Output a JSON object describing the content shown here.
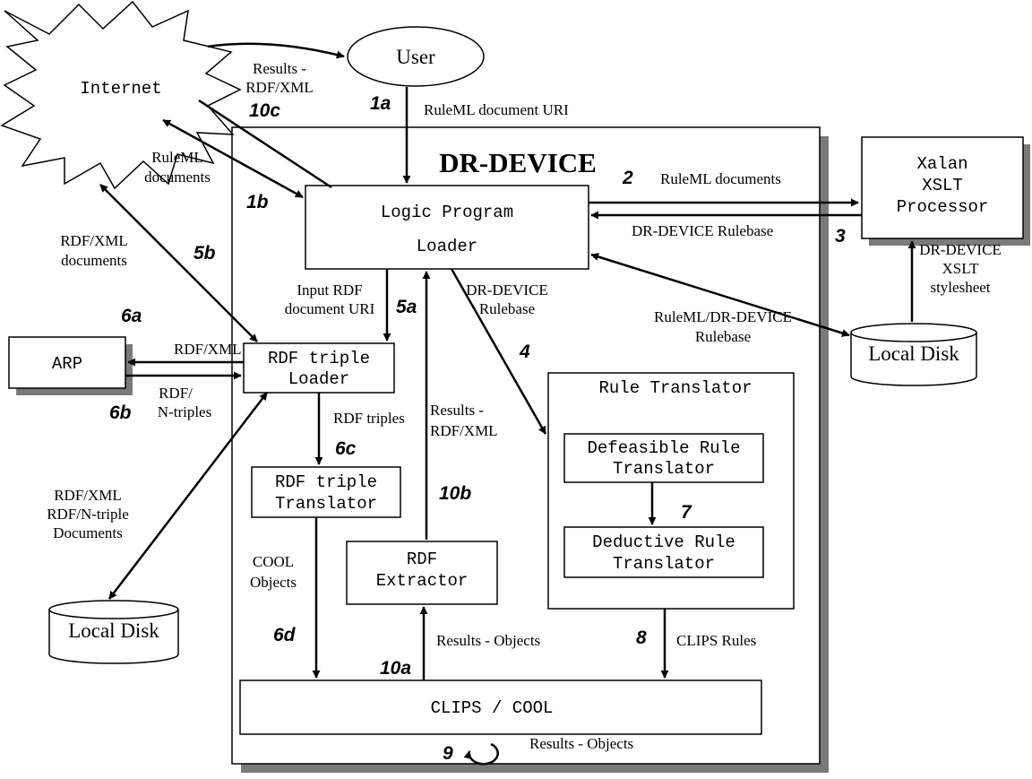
{
  "title": "DR-DEVICE",
  "nodes": {
    "internet": "Internet",
    "user": "User",
    "logic_loader": [
      "Logic Program",
      "Loader"
    ],
    "xalan": [
      "Xalan",
      "XSLT",
      "Processor"
    ],
    "arp": "ARP",
    "rdf_loader": [
      "RDF triple",
      "Loader"
    ],
    "rule_translator": "Rule Translator",
    "defeasible": [
      "Defeasible Rule",
      "Translator"
    ],
    "deductive": [
      "Deductive Rule",
      "Translator"
    ],
    "rdf_translator": [
      "RDF triple",
      "Translator"
    ],
    "rdf_extractor": [
      "RDF",
      "Extractor"
    ],
    "clips": "CLIPS / COOL",
    "local_disk_right": "Local Disk",
    "local_disk_left": "Local Disk"
  },
  "steps": [
    "1a",
    "1b",
    "2",
    "3",
    "4",
    "5a",
    "5b",
    "6a",
    "6b",
    "6c",
    "6d",
    "7",
    "8",
    "9",
    "10a",
    "10b",
    "10c"
  ],
  "labels": {
    "results_rdfxml_top": [
      "Results -",
      "RDF/XML"
    ],
    "ruleml_uri": "RuleML document URI",
    "ruleml_documents_left": [
      "RuleML",
      "documents"
    ],
    "ruleml_documents_right": "RuleML documents",
    "drdevice_rulebase_right": "DR-DEVICE Rulebase",
    "drdevice_xslt": [
      "DR-DEVICE",
      "XSLT",
      "stylesheet"
    ],
    "rdfxml_documents": [
      "RDF/XML",
      "documents"
    ],
    "input_rdf_uri": [
      "Input RDF",
      "document URI"
    ],
    "drdevice_rulebase_mid": [
      "DR-DEVICE",
      "Rulebase"
    ],
    "ruleml_drdevice_rulebase": [
      "RuleML/DR-DEVICE",
      "Rulebase"
    ],
    "rdf_xml": "RDF/XML",
    "rdf_ntriples": [
      "RDF/",
      "N-triples"
    ],
    "rdf_triples": "RDF triples",
    "results_rdfxml_mid": [
      "Results -",
      "RDF/XML"
    ],
    "rdf_docs_left": [
      "RDF/XML",
      "RDF/N-triple",
      "Documents"
    ],
    "cool_objects": [
      "COOL",
      "Objects"
    ],
    "results_objects_10a": "Results - Objects",
    "clips_rules": "CLIPS Rules",
    "results_objects_9": "Results - Objects"
  }
}
